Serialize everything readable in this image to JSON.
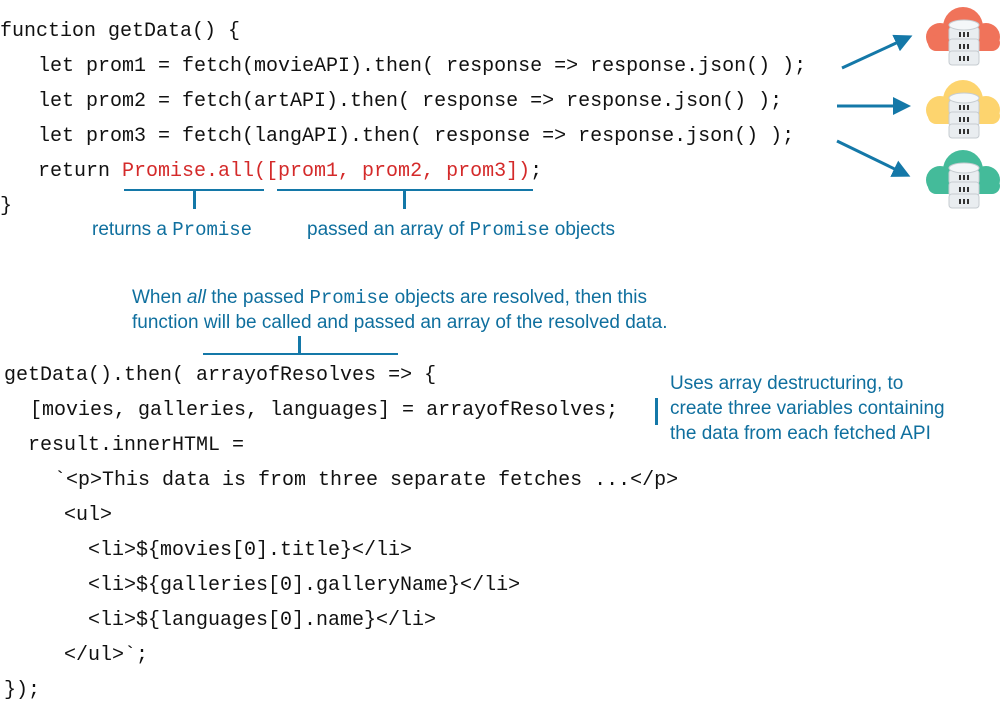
{
  "code_block_1": {
    "lines": [
      "function getData() {",
      "let prom1 = fetch(movieAPI).then( response => response.json() );",
      "let prom2 = fetch(artAPI).then( response => response.json() );",
      "let prom3 = fetch(langAPI).then( response => response.json() );"
    ],
    "return_kw": "return ",
    "return_highlight": "Promise.all([prom1, prom2, prom3])",
    "return_end": ";",
    "close": "}"
  },
  "annotations": {
    "returns_prefix": "returns a ",
    "returns_mono": "Promise",
    "passed_prefix": "passed an array of ",
    "passed_mono": "Promise",
    "passed_suffix": " objects",
    "when_1a": "When ",
    "when_1b": "all",
    "when_1c": " the passed ",
    "when_1d": "Promise",
    "when_1e": " objects are resolved, then this",
    "when_2": "function will be called and passed an array of the resolved data.",
    "destructure": [
      "Uses array destructuring, to",
      "create three variables containing",
      "the data from each fetched API"
    ]
  },
  "code_block_2": {
    "lines": [
      "getData().then( arrayofResolves => {",
      "[movies, galleries, languages] = arrayofResolves;",
      "result.innerHTML =",
      "`<p>This data is from three separate fetches ...</p>",
      "<ul>",
      "<li>${movies[0].title}</li>",
      "<li>${galleries[0].galleryName}</li>",
      "<li>${languages[0].name}</li>",
      "</ul>`;",
      "});"
    ]
  },
  "icons": [
    {
      "name": "cloud-database-movie",
      "color": "#f0735a"
    },
    {
      "name": "cloud-database-art",
      "color": "#fdd46e"
    },
    {
      "name": "cloud-database-lang",
      "color": "#44bb9a"
    }
  ],
  "colors": {
    "accent": "#1478a8",
    "highlight": "#d42a2a"
  }
}
